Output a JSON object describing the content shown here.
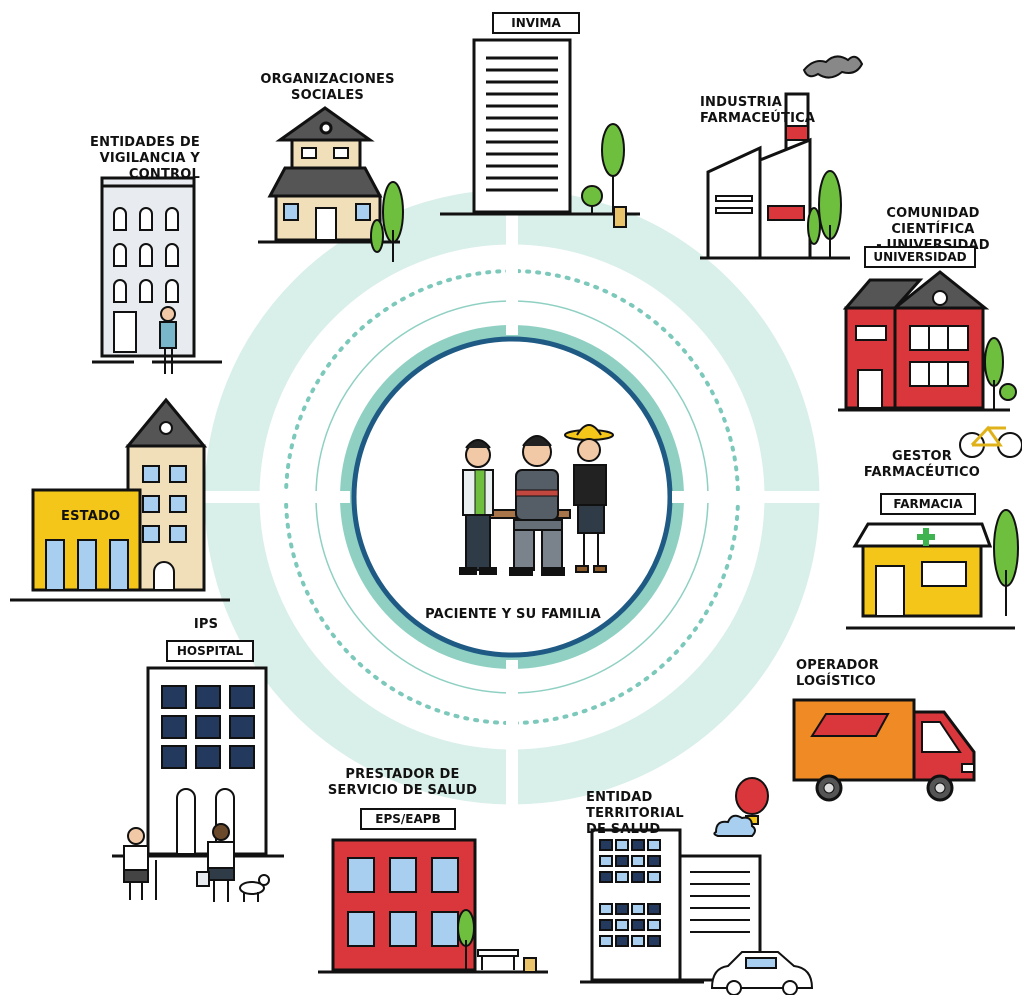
{
  "center": {
    "label": "PACIENTE Y SU FAMILIA"
  },
  "nodes": {
    "invima": {
      "sign": "INVIMA"
    },
    "organizaciones": {
      "label_line1": "ORGANIZACIONES",
      "label_line2": "SOCIALES"
    },
    "industria": {
      "label_line1": "INDUSTRIA",
      "label_line2": "FARMACEÚTICA"
    },
    "vigilancia": {
      "label_line1": "ENTIDADES DE",
      "label_line2": "VIGILANCIA Y CONTROL"
    },
    "comunidad": {
      "label_line1": "COMUNIDAD CIENTÍFICA",
      "label_line2": "- UNIVERSIDAD",
      "sign": "UNIVERSIDAD"
    },
    "estado": {
      "sign": "ESTADO"
    },
    "gestor": {
      "label_line1": "GESTOR",
      "label_line2": "FARMACÉUTICO",
      "sign": "FARMACIA"
    },
    "ips": {
      "label": "IPS",
      "sign": "HOSPITAL"
    },
    "operador": {
      "label_line1": "OPERADOR",
      "label_line2": "LOGÍSTICO"
    },
    "prestador": {
      "label_line1": "PRESTADOR DE",
      "label_line2": "SERVICIO DE SALUD",
      "sign": "EPS/EAPB"
    },
    "territorial": {
      "label_line1": "ENTIDAD TERRITORIAL",
      "label_line2": "DE SALUD"
    }
  },
  "colors": {
    "ring_light": "#d9efe9",
    "ring_teal": "#8fd0c3",
    "ring_navy": "#1f5a85",
    "ring_dots": "#7cc9bb",
    "red": "#d9373b",
    "yellow": "#f5c61a",
    "orange": "#f08a24",
    "green": "#6fbf3f",
    "sky": "#a9cff0",
    "navy": "#233a5e",
    "beige": "#f0dfb9"
  }
}
